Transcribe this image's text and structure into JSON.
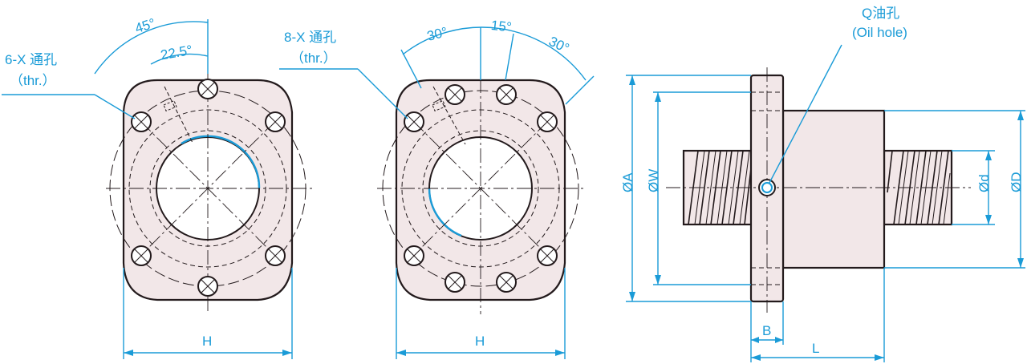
{
  "views": {
    "flange_6": {
      "hole_label": "6-X 通孔",
      "hole_note": "（thr.）",
      "angle_a": "45°",
      "angle_b": "22.5°",
      "width_label": "H"
    },
    "flange_8": {
      "hole_label": "8-X 通孔",
      "hole_note": "（thr.）",
      "angle_a": "30°",
      "angle_b": "15°",
      "angle_c": "30°",
      "width_label": "H"
    },
    "side": {
      "oil_label": "Q油孔",
      "oil_note": "(Oil hole)",
      "dia_a": "ØA",
      "dia_w": "ØW",
      "dia_d": "Ød",
      "dia_D": "ØD",
      "flange_b": "B",
      "length_l": "L"
    }
  },
  "colors": {
    "dimension": "#1a9bd7",
    "outline": "#231a1c",
    "part_fill": "#f2e7e8",
    "bore_arc": "#1a9bd7"
  }
}
